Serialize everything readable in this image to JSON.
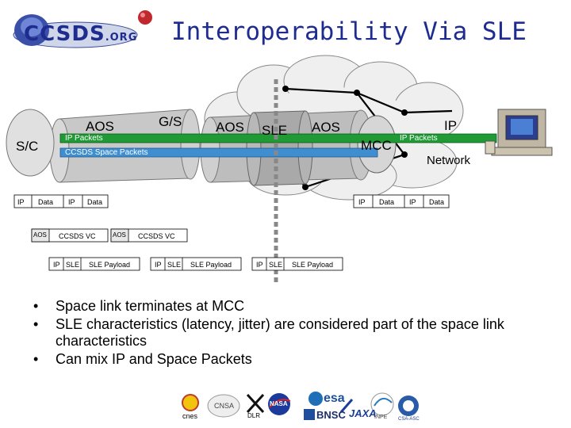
{
  "header": {
    "logo_text": "CCSDS",
    "logo_suffix": ".ORG",
    "title": "Interoperability Via SLE"
  },
  "diagram": {
    "left_node": "S/C",
    "aos_left": "AOS",
    "gs_label": "G/S",
    "aos_middle": "AOS",
    "sle_label": "SLE",
    "aos_right": "AOS",
    "mcc_label": "MCC",
    "ip_label": "IP",
    "network_label": "Network",
    "ip_packets_left": "IP Packets",
    "ip_packets_right": "IP Packets",
    "ccsds_space_packets": "CCSDS Space Packets",
    "stack_row1_left": {
      "ip": "IP",
      "data": "Data",
      "ip2": "IP",
      "data2": "Data"
    },
    "stack_row1_right": {
      "ip": "IP",
      "data": "Data",
      "ip2": "IP",
      "data2": "Data"
    },
    "stack_row2": {
      "aos1": "AOS",
      "vc1": "CCSDS VC",
      "aos2": "AOS",
      "vc2": "CCSDS VC"
    },
    "stack_row3": [
      {
        "ip": "IP",
        "sle": "SLE",
        "payload": "SLE Payload"
      },
      {
        "ip": "IP",
        "sle": "SLE",
        "payload": "SLE Payload"
      },
      {
        "ip": "IP",
        "sle": "SLE",
        "payload": "SLE Payload"
      }
    ]
  },
  "bullets": [
    "Space link terminates at MCC",
    "SLE characteristics (latency, jitter) are considered part of the space link characteristics",
    "Can mix IP and Space Packets"
  ],
  "footer_logos": [
    {
      "name": "cnes"
    },
    {
      "name": "CNSA"
    },
    {
      "name": "DLR"
    },
    {
      "name": "NASA"
    },
    {
      "name": "esa"
    },
    {
      "name": "BNSC"
    },
    {
      "name": "JAXA"
    },
    {
      "name": "INPE"
    },
    {
      "name": "CSA-ASC"
    }
  ],
  "colors": {
    "title": "#1f2c8f",
    "ip_band": "#1f9a35",
    "space_packet_band": "#3f8fd0",
    "tunnel": "#bdbdbd",
    "cloud": "#efefef"
  }
}
